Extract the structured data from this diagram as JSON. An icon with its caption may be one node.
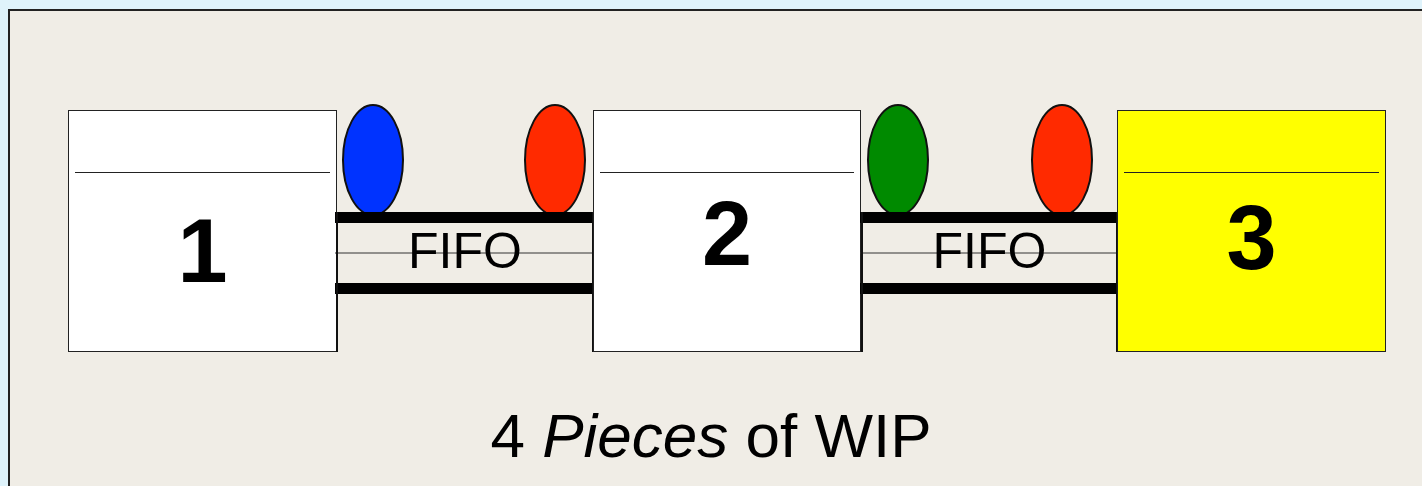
{
  "diagram": {
    "caption": "4 *Pieces* of WIP",
    "nodes": [
      {
        "text": [
          "1"
        ]
      },
      {
        "text": [
          "FIFO"
        ]
      },
      {
        "text": [
          "2"
        ]
      },
      {
        "text": [
          "FIFO"
        ]
      },
      {
        "text": [
          "3"
        ]
      },
      {
        "text": [],
        "shape": "oval"
      },
      {
        "text": [],
        "shape": "oval"
      },
      {
        "text": [],
        "shape": "oval"
      },
      {
        "text": [],
        "shape": "oval"
      }
    ]
  }
}
